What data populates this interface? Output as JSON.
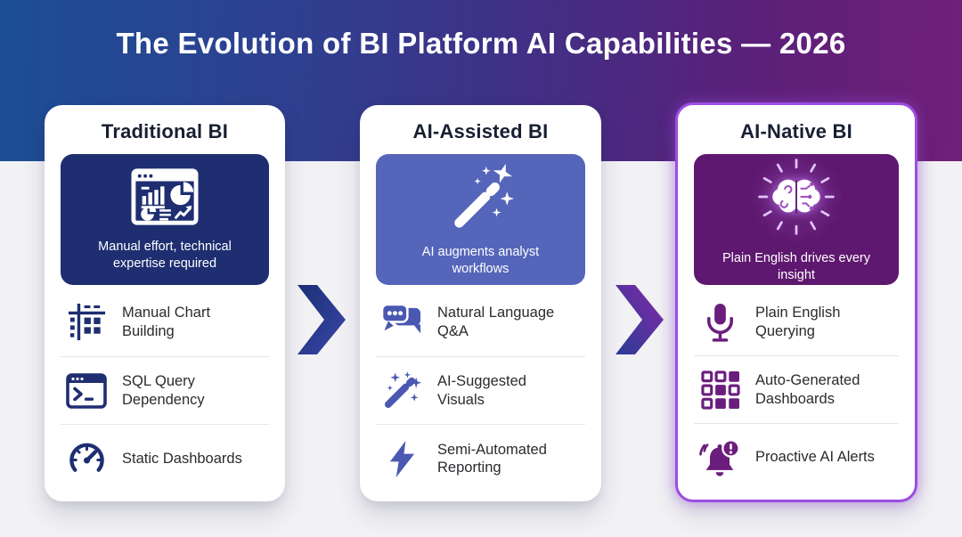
{
  "banner": {
    "title": "The Evolution of BI Platform AI Capabilities — 2026"
  },
  "columns": [
    {
      "id": "traditional-bi",
      "title": "Traditional BI",
      "hero_icon": "dashboard-window-icon",
      "hero_caption": "Manual effort, technical expertise required",
      "accent_color": "#1e2e70",
      "items": [
        {
          "icon": "chart-table-icon",
          "label": "Manual Chart Building"
        },
        {
          "icon": "sql-terminal-icon",
          "label": "SQL Query Dependency"
        },
        {
          "icon": "gauge-icon",
          "label": "Static Dashboards"
        }
      ]
    },
    {
      "id": "ai-assisted-bi",
      "title": "AI-Assisted BI",
      "hero_icon": "magic-wand-icon",
      "hero_caption": "AI augments analyst workflows",
      "accent_color": "#5566ba",
      "items": [
        {
          "icon": "chat-bubbles-icon",
          "label": "Natural Language Q&A"
        },
        {
          "icon": "wand-sparkles-icon",
          "label": "AI-Suggested Visuals"
        },
        {
          "icon": "lightning-bolt-icon",
          "label": "Semi-Automated Reporting"
        }
      ]
    },
    {
      "id": "ai-native-bi",
      "title": "AI-Native BI",
      "hero_icon": "glowing-brain-icon",
      "hero_caption": "Plain English drives every insight",
      "accent_color": "#5e186f",
      "items": [
        {
          "icon": "microphone-icon",
          "label": "Plain English Querying"
        },
        {
          "icon": "dashboard-grid-icon",
          "label": "Auto-Generated Dashboards"
        },
        {
          "icon": "alert-bell-icon",
          "label": "Proactive AI Alerts"
        }
      ]
    }
  ],
  "colors": {
    "banner_gradient": [
      "#1c4e95",
      "#3c3388",
      "#702079"
    ],
    "background": "#f2f2f5",
    "card_background": "#ffffff",
    "traditional_accent": "#1e2e70",
    "assisted_accent": "#5566ba",
    "native_accent": "#5e186f",
    "native_border_glow": "#9d4ee0",
    "arrow_blue": "#1b2f74",
    "arrow_indigo": "#3a46a8",
    "arrow_purple": "#8428a8",
    "text_dark": "#181f33"
  }
}
